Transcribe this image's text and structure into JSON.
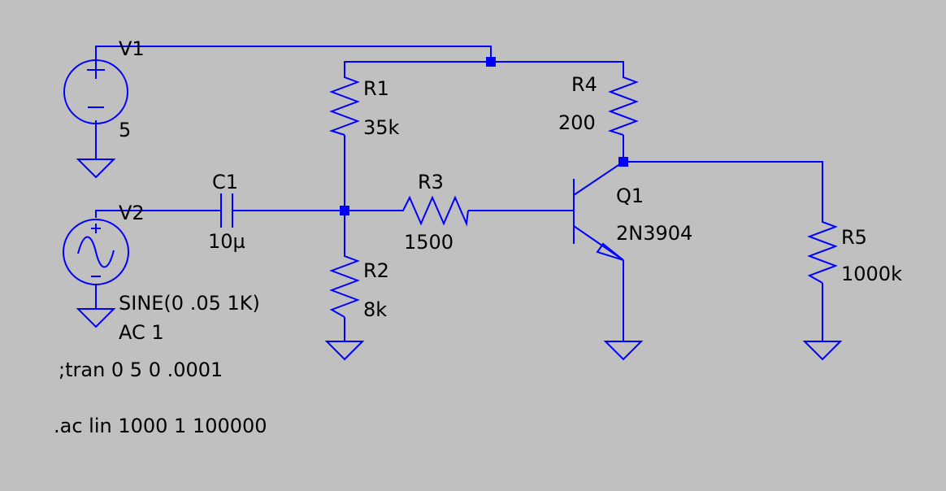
{
  "colors": {
    "background": "#c0c0c0",
    "wire": "#0000ff",
    "text": "#000000"
  },
  "components": {
    "v1": {
      "ref": "V1",
      "value": "5"
    },
    "v2": {
      "ref": "V2",
      "value": "SINE(0 .05 1K)",
      "ac": "AC 1"
    },
    "c1": {
      "ref": "C1",
      "value": "10µ"
    },
    "r1": {
      "ref": "R1",
      "value": "35k"
    },
    "r2": {
      "ref": "R2",
      "value": "8k"
    },
    "r3": {
      "ref": "R3",
      "value": "1500"
    },
    "r4": {
      "ref": "R4",
      "value": "200"
    },
    "r5": {
      "ref": "R5",
      "value": "1000k"
    },
    "q1": {
      "ref": "Q1",
      "value": "2N3904"
    }
  },
  "directives": {
    "tran": ";tran 0 5 0 .0001",
    "ac": ".ac lin 1000 1 100000"
  }
}
